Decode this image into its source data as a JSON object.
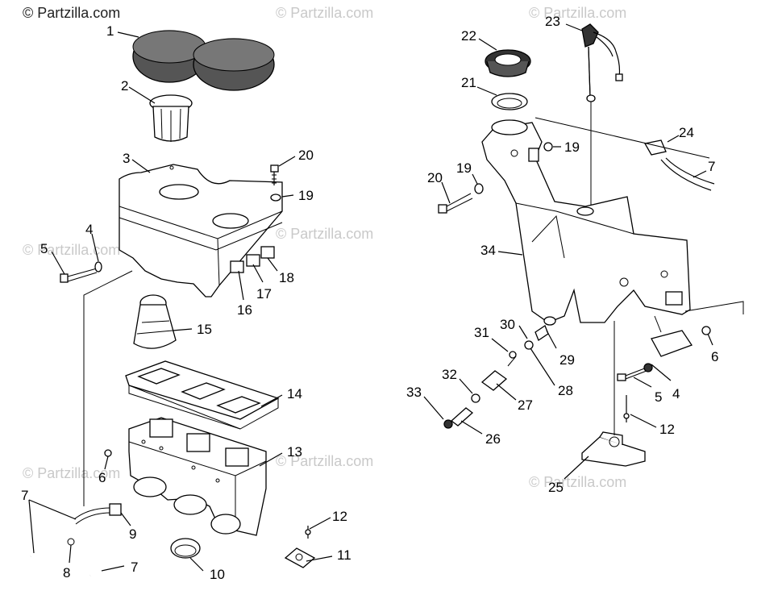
{
  "watermark": {
    "main": "© Partzilla.com",
    "faint": "© Partzilla.com"
  },
  "callouts": {
    "left": [
      "1",
      "2",
      "3",
      "4",
      "5",
      "6",
      "7",
      "7",
      "8",
      "9",
      "10",
      "11",
      "12",
      "13",
      "14",
      "15",
      "16",
      "17",
      "18",
      "19",
      "20"
    ],
    "right": [
      "4",
      "5",
      "6",
      "7",
      "12",
      "19",
      "19",
      "20",
      "21",
      "22",
      "23",
      "24",
      "25",
      "26",
      "27",
      "28",
      "29",
      "30",
      "31",
      "32",
      "33",
      "34"
    ]
  }
}
